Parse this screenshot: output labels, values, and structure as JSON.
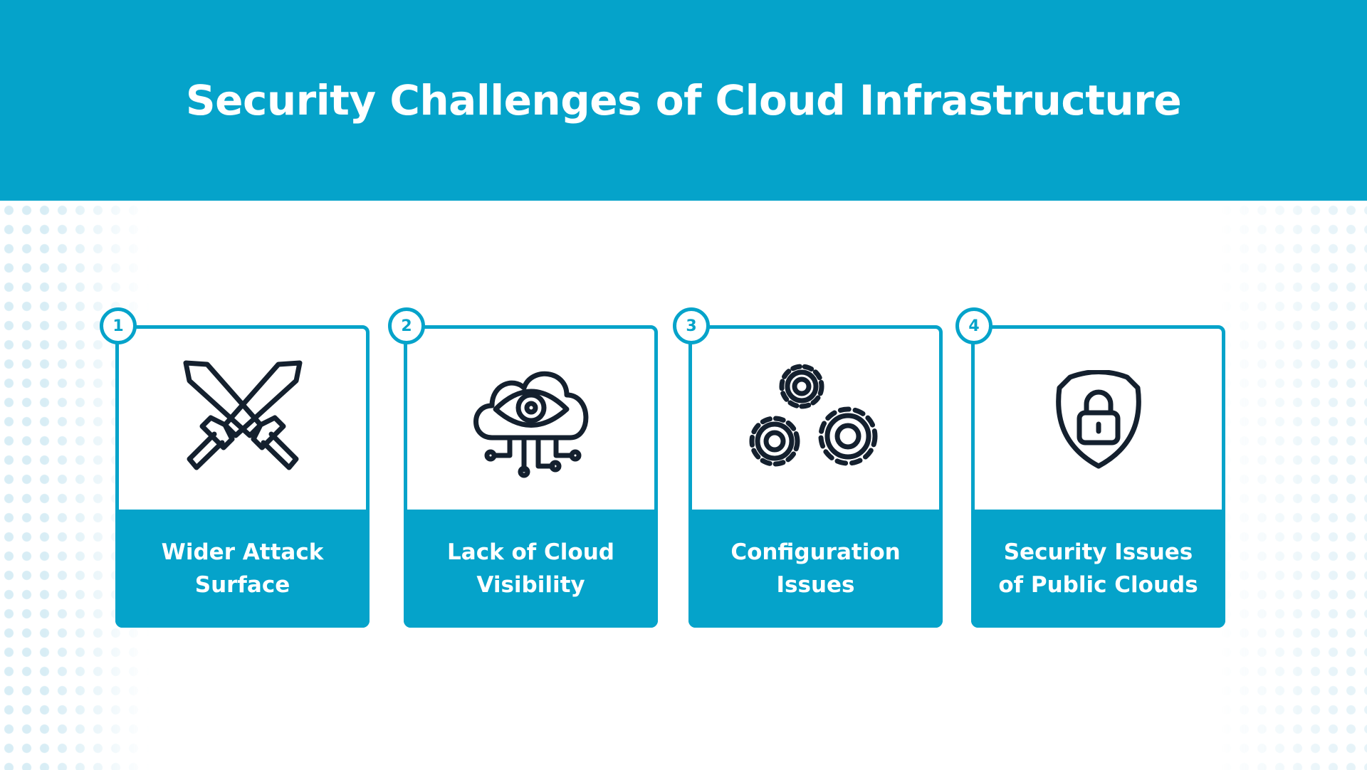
{
  "title": "Security Challenges of Cloud Infrastructure",
  "colors": {
    "accent": "#05a3ca",
    "icon": "#14202e"
  },
  "cards": [
    {
      "number": "1",
      "label": "Wider Attack\nSurface",
      "icon": "crossed-swords-icon"
    },
    {
      "number": "2",
      "label": "Lack of Cloud\nVisibility",
      "icon": "cloud-eye-icon"
    },
    {
      "number": "3",
      "label": "Configuration\nIssues",
      "icon": "gears-icon"
    },
    {
      "number": "4",
      "label": "Security Issues\nof Public Clouds",
      "icon": "shield-lock-icon"
    }
  ]
}
